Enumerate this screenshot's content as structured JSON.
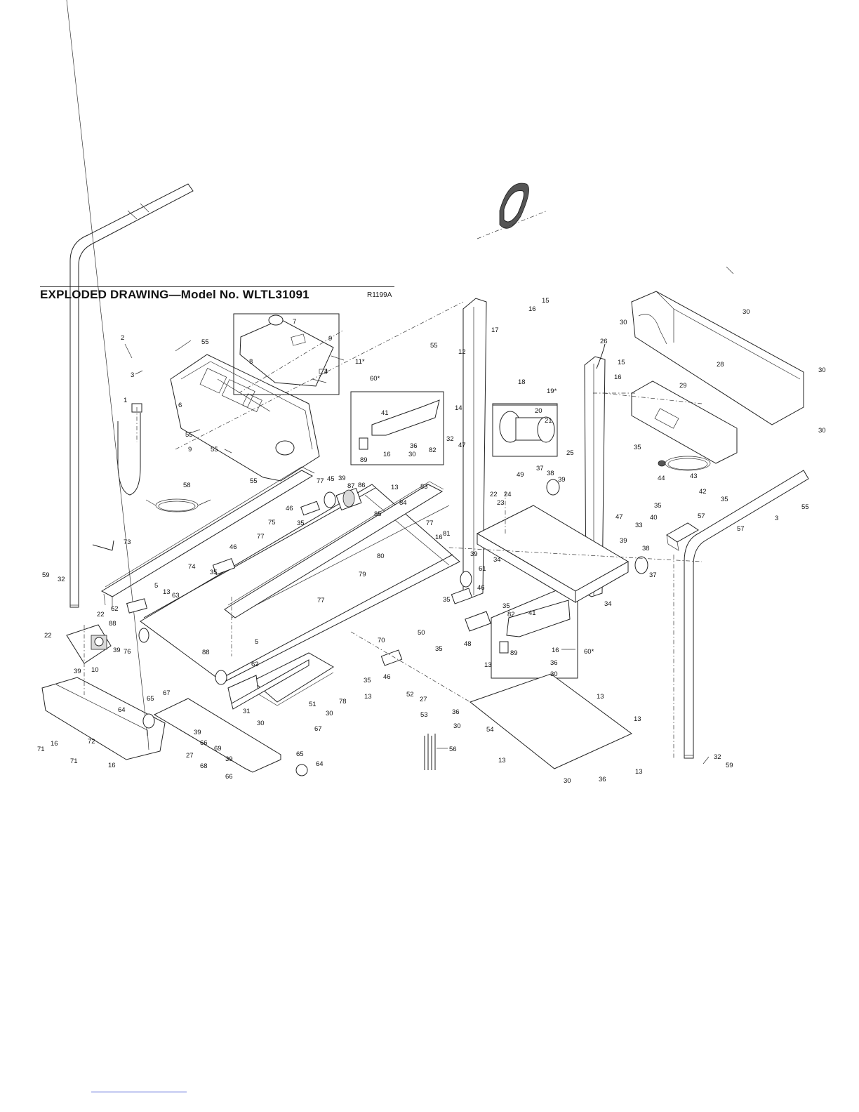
{
  "header": {
    "title": "EXPLODED DRAWING—Model No. WLTL31091",
    "ref_code": "R1199A"
  },
  "part_labels": [
    {
      "id": "l-2",
      "text": "2"
    },
    {
      "id": "l-55a",
      "text": "55"
    },
    {
      "id": "l-3a",
      "text": "3"
    },
    {
      "id": "l-1",
      "text": "1"
    },
    {
      "id": "l-7",
      "text": "7"
    },
    {
      "id": "l-9a",
      "text": "9"
    },
    {
      "id": "l-8",
      "text": "8"
    },
    {
      "id": "l-4",
      "text": "4"
    },
    {
      "id": "l-11",
      "text": "11*"
    },
    {
      "id": "l-6",
      "text": "6"
    },
    {
      "id": "l-55b",
      "text": "55"
    },
    {
      "id": "l-9b",
      "text": "9"
    },
    {
      "id": "l-55c",
      "text": "55"
    },
    {
      "id": "l-55d",
      "text": "55"
    },
    {
      "id": "l-58",
      "text": "58"
    },
    {
      "id": "l-73",
      "text": "73"
    },
    {
      "id": "l-75",
      "text": "75"
    },
    {
      "id": "l-59a",
      "text": "59"
    },
    {
      "id": "l-32a",
      "text": "32"
    },
    {
      "id": "l-22a",
      "text": "22"
    },
    {
      "id": "l-22b",
      "text": "22"
    },
    {
      "id": "l-39a",
      "text": "39"
    },
    {
      "id": "l-10",
      "text": "10"
    },
    {
      "id": "l-39b",
      "text": "39"
    },
    {
      "id": "l-76",
      "text": "76"
    },
    {
      "id": "l-88a",
      "text": "88"
    },
    {
      "id": "l-62a",
      "text": "62"
    },
    {
      "id": "l-5a",
      "text": "5"
    },
    {
      "id": "l-13a",
      "text": "13"
    },
    {
      "id": "l-63",
      "text": "63"
    },
    {
      "id": "l-74",
      "text": "74"
    },
    {
      "id": "l-46a",
      "text": "46"
    },
    {
      "id": "l-35a",
      "text": "35"
    },
    {
      "id": "l-77a",
      "text": "77"
    },
    {
      "id": "l-46b",
      "text": "46"
    },
    {
      "id": "l-35b",
      "text": "35"
    },
    {
      "id": "l-77b",
      "text": "77"
    },
    {
      "id": "l-45",
      "text": "45"
    },
    {
      "id": "l-39c",
      "text": "39"
    },
    {
      "id": "l-87",
      "text": "87"
    },
    {
      "id": "l-86",
      "text": "86"
    },
    {
      "id": "l-13b",
      "text": "13"
    },
    {
      "id": "l-84",
      "text": "84"
    },
    {
      "id": "l-85",
      "text": "85"
    },
    {
      "id": "l-83",
      "text": "83"
    },
    {
      "id": "l-60a",
      "text": "60*"
    },
    {
      "id": "l-41a",
      "text": "41"
    },
    {
      "id": "l-89a",
      "text": "89"
    },
    {
      "id": "l-16a",
      "text": "16"
    },
    {
      "id": "l-36a",
      "text": "36"
    },
    {
      "id": "l-30a",
      "text": "30"
    },
    {
      "id": "l-82a",
      "text": "82"
    },
    {
      "id": "l-32b",
      "text": "32"
    },
    {
      "id": "l-47a",
      "text": "47"
    },
    {
      "id": "l-80",
      "text": "80"
    },
    {
      "id": "l-79",
      "text": "79"
    },
    {
      "id": "l-77c",
      "text": "77"
    },
    {
      "id": "l-77d",
      "text": "77"
    },
    {
      "id": "l-81",
      "text": "81"
    },
    {
      "id": "l-16b",
      "text": "16"
    },
    {
      "id": "l-39d",
      "text": "39"
    },
    {
      "id": "l-34a",
      "text": "34"
    },
    {
      "id": "l-61",
      "text": "61"
    },
    {
      "id": "l-46c",
      "text": "46"
    },
    {
      "id": "l-35c",
      "text": "35"
    },
    {
      "id": "l-70",
      "text": "70"
    },
    {
      "id": "l-5b",
      "text": "5"
    },
    {
      "id": "l-62b",
      "text": "62"
    },
    {
      "id": "l-88b",
      "text": "88"
    },
    {
      "id": "l-35d",
      "text": "35"
    },
    {
      "id": "l-46d",
      "text": "46"
    },
    {
      "id": "l-78",
      "text": "78"
    },
    {
      "id": "l-13c",
      "text": "13"
    },
    {
      "id": "l-51",
      "text": "51"
    },
    {
      "id": "l-31",
      "text": "31"
    },
    {
      "id": "l-30b",
      "text": "30"
    },
    {
      "id": "l-30c",
      "text": "30"
    },
    {
      "id": "l-67a",
      "text": "67"
    },
    {
      "id": "l-67b",
      "text": "67"
    },
    {
      "id": "l-65a",
      "text": "65"
    },
    {
      "id": "l-64a",
      "text": "64"
    },
    {
      "id": "l-39e",
      "text": "39"
    },
    {
      "id": "l-66a",
      "text": "66"
    },
    {
      "id": "l-69",
      "text": "69"
    },
    {
      "id": "l-27a",
      "text": "27"
    },
    {
      "id": "l-68",
      "text": "68"
    },
    {
      "id": "l-39f",
      "text": "39"
    },
    {
      "id": "l-66b",
      "text": "66"
    },
    {
      "id": "l-65b",
      "text": "65"
    },
    {
      "id": "l-64b",
      "text": "64"
    },
    {
      "id": "l-72",
      "text": "72"
    },
    {
      "id": "l-71a",
      "text": "71"
    },
    {
      "id": "l-16c",
      "text": "16"
    },
    {
      "id": "l-71b",
      "text": "71"
    },
    {
      "id": "l-16d",
      "text": "16"
    },
    {
      "id": "l-52",
      "text": "52"
    },
    {
      "id": "l-27b",
      "text": "27"
    },
    {
      "id": "l-53",
      "text": "53"
    },
    {
      "id": "l-56",
      "text": "56"
    },
    {
      "id": "l-50",
      "text": "50"
    },
    {
      "id": "l-35e",
      "text": "35"
    },
    {
      "id": "l-48",
      "text": "48"
    },
    {
      "id": "l-35f",
      "text": "35"
    },
    {
      "id": "l-82b",
      "text": "82"
    },
    {
      "id": "l-41b",
      "text": "41"
    },
    {
      "id": "l-89b",
      "text": "89"
    },
    {
      "id": "l-16e",
      "text": "16"
    },
    {
      "id": "l-36b",
      "text": "36"
    },
    {
      "id": "l-30d",
      "text": "30"
    },
    {
      "id": "l-60b",
      "text": "60*"
    },
    {
      "id": "l-13d",
      "text": "13"
    },
    {
      "id": "l-13e",
      "text": "13"
    },
    {
      "id": "l-13f",
      "text": "13"
    },
    {
      "id": "l-36c",
      "text": "36"
    },
    {
      "id": "l-30e",
      "text": "30"
    },
    {
      "id": "l-54",
      "text": "54"
    },
    {
      "id": "l-13g",
      "text": "13"
    },
    {
      "id": "l-30f",
      "text": "30"
    },
    {
      "id": "l-36d",
      "text": "36"
    },
    {
      "id": "l-13h",
      "text": "13"
    },
    {
      "id": "l-15a",
      "text": "15"
    },
    {
      "id": "l-16f",
      "text": "16"
    },
    {
      "id": "l-17",
      "text": "17"
    },
    {
      "id": "l-55e",
      "text": "55"
    },
    {
      "id": "l-12",
      "text": "12"
    },
    {
      "id": "l-14",
      "text": "14"
    },
    {
      "id": "l-18",
      "text": "18"
    },
    {
      "id": "l-19",
      "text": "19*"
    },
    {
      "id": "l-20",
      "text": "20"
    },
    {
      "id": "l-21",
      "text": "21"
    },
    {
      "id": "l-25",
      "text": "25"
    },
    {
      "id": "l-26",
      "text": "26"
    },
    {
      "id": "l-37a",
      "text": "37"
    },
    {
      "id": "l-38a",
      "text": "38"
    },
    {
      "id": "l-39g",
      "text": "39"
    },
    {
      "id": "l-49",
      "text": "49"
    },
    {
      "id": "l-22c",
      "text": "22"
    },
    {
      "id": "l-24",
      "text": "24"
    },
    {
      "id": "l-23",
      "text": "23"
    },
    {
      "id": "l-15b",
      "text": "15"
    },
    {
      "id": "l-16g",
      "text": "16"
    },
    {
      "id": "l-29",
      "text": "29"
    },
    {
      "id": "l-28",
      "text": "28"
    },
    {
      "id": "l-30g",
      "text": "30"
    },
    {
      "id": "l-30h",
      "text": "30"
    },
    {
      "id": "l-30i",
      "text": "30"
    },
    {
      "id": "l-30j",
      "text": "30"
    },
    {
      "id": "l-35g",
      "text": "35"
    },
    {
      "id": "l-44",
      "text": "44"
    },
    {
      "id": "l-43",
      "text": "43"
    },
    {
      "id": "l-42",
      "text": "42"
    },
    {
      "id": "l-35h",
      "text": "35"
    },
    {
      "id": "l-55f",
      "text": "55"
    },
    {
      "id": "l-3b",
      "text": "3"
    },
    {
      "id": "l-35i",
      "text": "35"
    },
    {
      "id": "l-57a",
      "text": "57"
    },
    {
      "id": "l-57b",
      "text": "57"
    },
    {
      "id": "l-47b",
      "text": "47"
    },
    {
      "id": "l-40",
      "text": "40"
    },
    {
      "id": "l-33",
      "text": "33"
    },
    {
      "id": "l-39h",
      "text": "39"
    },
    {
      "id": "l-38b",
      "text": "38"
    },
    {
      "id": "l-37b",
      "text": "37"
    },
    {
      "id": "l-34b",
      "text": "34"
    },
    {
      "id": "l-32c",
      "text": "32"
    },
    {
      "id": "l-59b",
      "text": "59"
    }
  ]
}
